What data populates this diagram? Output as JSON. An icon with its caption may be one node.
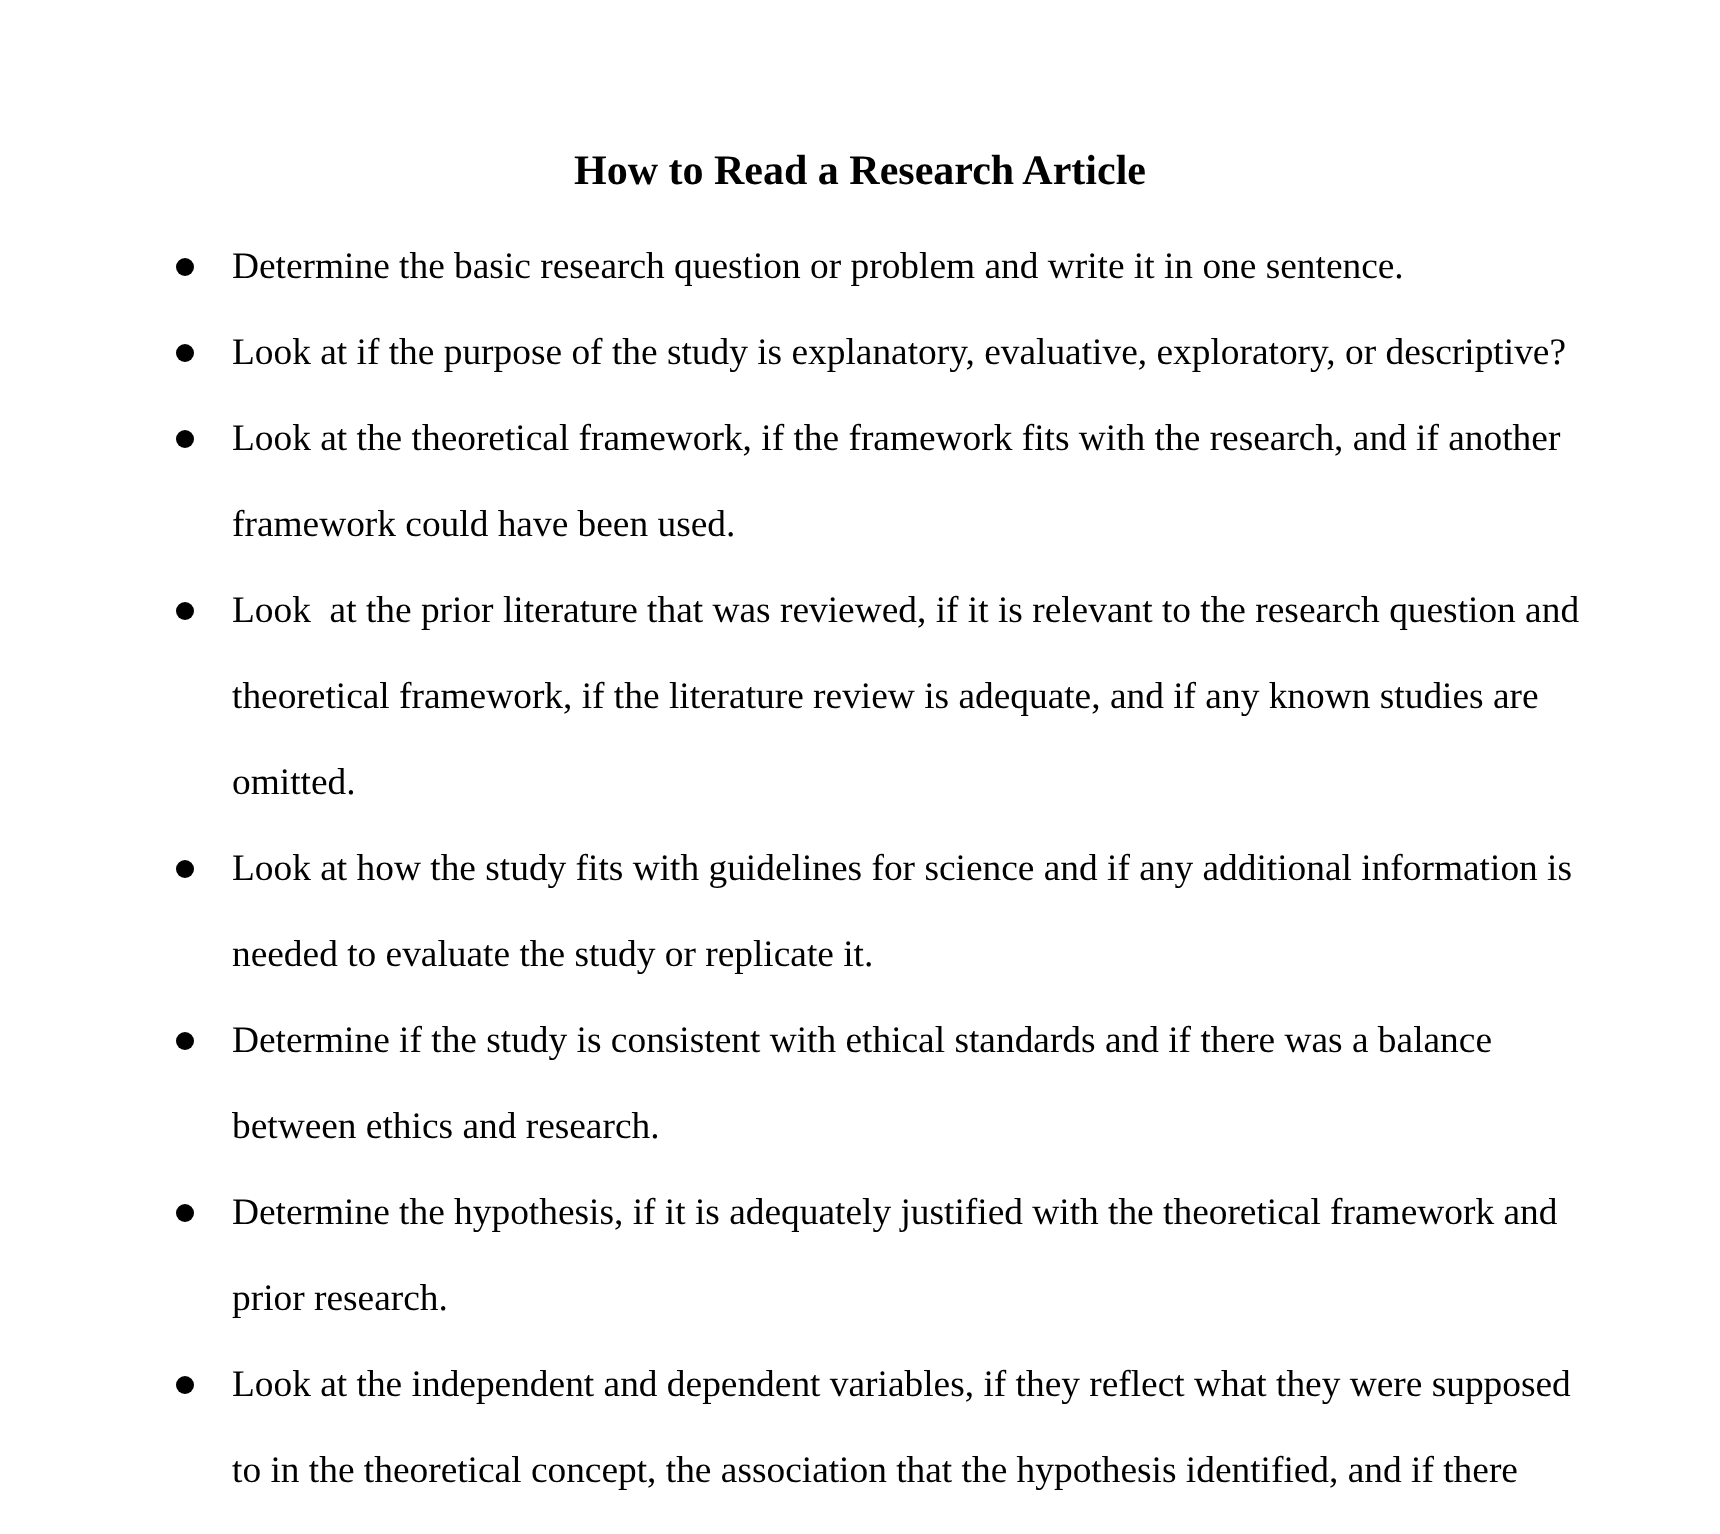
{
  "diagram": {
    "title": "How to Read a Research Article",
    "labels": [
      "Determine the basic research question or problem and write it in one sentence.",
      "Look at if the purpose of the study is explanatory, evaluative, exploratory, or descriptive?",
      "Look at the theoretical framework, if the framework fits with the research, and if another framework could have been used.",
      "Look  at the prior literature that was reviewed, if it is relevant to the research question and theoretical framework, if the literature review is adequate, and if any known studies are omitted.",
      "Look at how the study fits with guidelines for science and if any additional information is needed to evaluate the study or replicate it.",
      "Determine if the study is consistent with ethical standards and if there was a balance between ethics and research.",
      "Determine the hypothesis, if it is adequately justified with the theoretical framework and prior research.",
      "Look at the independent and dependent variables, if they reflect what they were supposed to in the theoretical concept, the association that the hypothesis identified, and if there"
    ]
  }
}
